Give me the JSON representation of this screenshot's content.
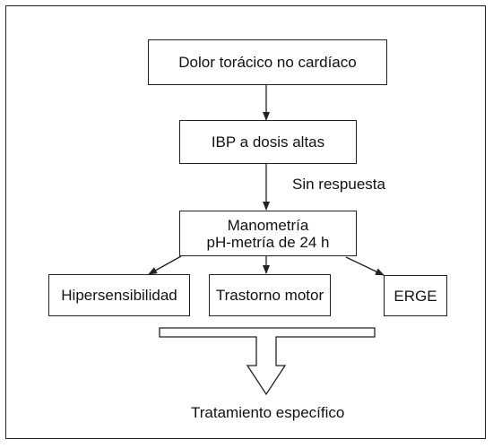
{
  "nodes": {
    "chest_pain": "Dolor torácico no cardíaco",
    "ppi": "IBP a dosis altas",
    "manometry_line1": "Manometría",
    "manometry_line2": "pH-metría de 24 h",
    "hypersensitivity": "Hipersensibilidad",
    "motor_disorder": "Trastorno motor",
    "gerd": "ERGE"
  },
  "edge_labels": {
    "no_response": "Sin respuesta"
  },
  "outcome": "Tratamiento específico",
  "colors": {
    "stroke": "#222222",
    "background": "#ffffff"
  }
}
